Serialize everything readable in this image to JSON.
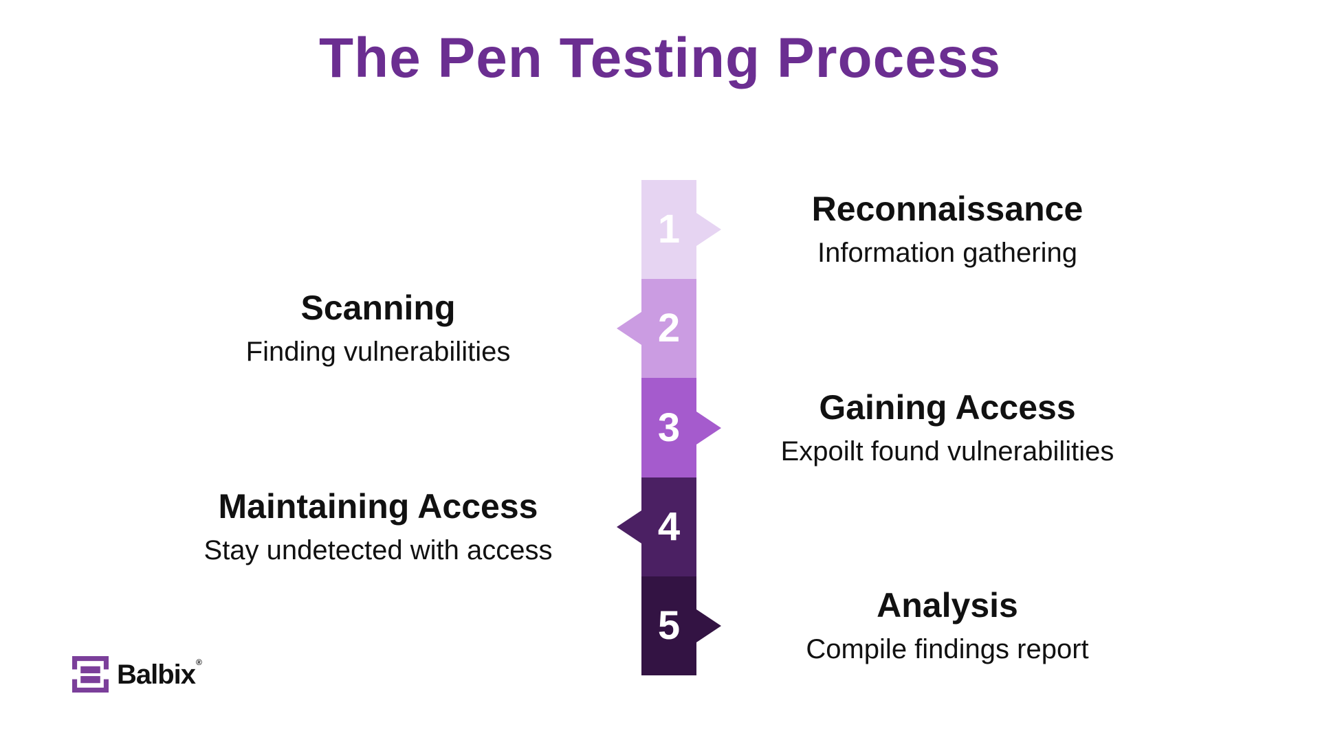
{
  "title": "The Pen Testing Process",
  "steps": [
    {
      "number": "1",
      "heading": "Reconnaissance",
      "subtitle": "Information gathering",
      "side": "right",
      "color": "#e6d4f2",
      "number_color": "#ffffff"
    },
    {
      "number": "2",
      "heading": "Scanning",
      "subtitle": "Finding vulnerabilities",
      "side": "left",
      "color": "#cb9ce2",
      "number_color": "#ffffff"
    },
    {
      "number": "3",
      "heading": "Gaining Access",
      "subtitle": "Expoilt found vulnerabilities",
      "side": "right",
      "color": "#a55bcd",
      "number_color": "#ffffff"
    },
    {
      "number": "4",
      "heading": "Maintaining Access",
      "subtitle": "Stay undetected with access",
      "side": "left",
      "color": "#4b2063",
      "number_color": "#ffffff"
    },
    {
      "number": "5",
      "heading": "Analysis",
      "subtitle": "Compile findings report",
      "side": "right",
      "color": "#331343",
      "number_color": "#ffffff"
    }
  ],
  "colors": {
    "background": "#ffffff",
    "title": "#6b2e91",
    "label_text": "#111111",
    "logo_purple": "#7b3f9a",
    "logo_text": "#111111"
  },
  "logo": {
    "brand": "Balbix",
    "registered_mark": "®"
  }
}
